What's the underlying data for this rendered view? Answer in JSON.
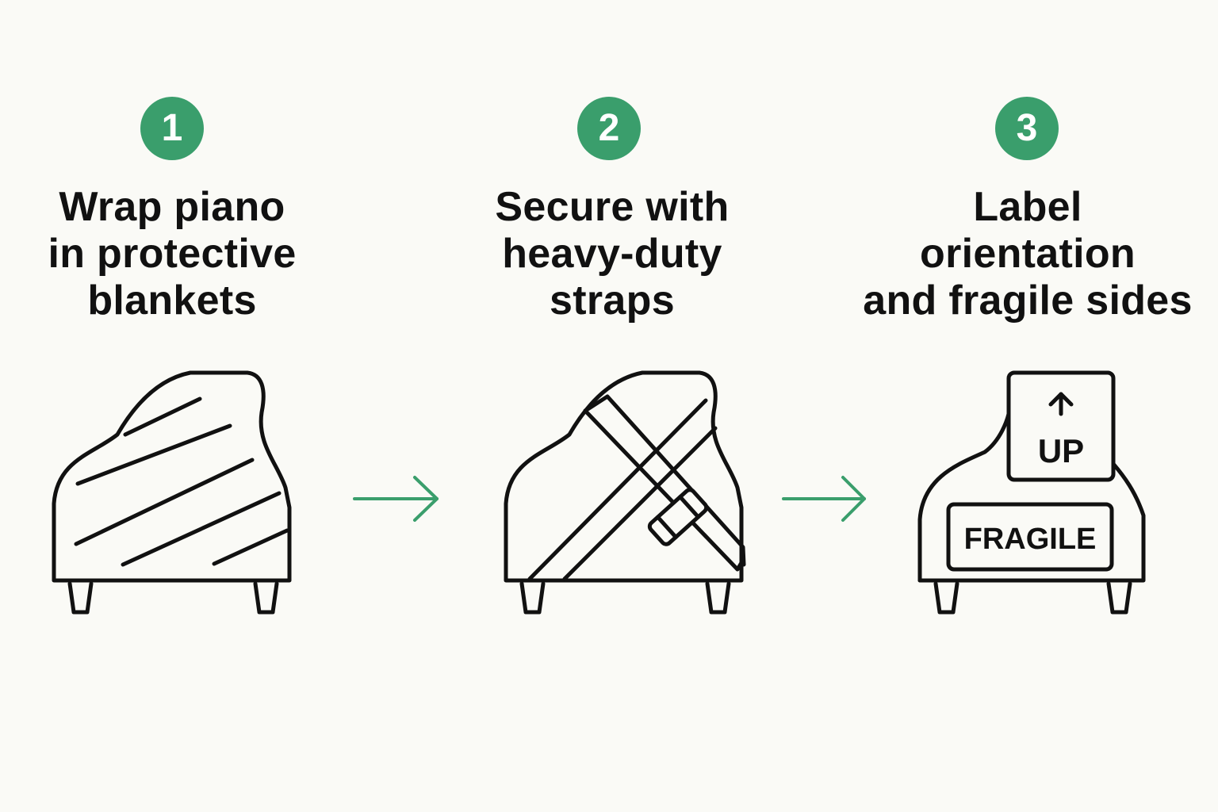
{
  "colors": {
    "background": "#fafaf6",
    "accent": "#3a9e6c",
    "ink": "#111111"
  },
  "steps": [
    {
      "number": "1",
      "title_lines": [
        "Wrap piano",
        "in protective",
        "blankets"
      ],
      "icon": "piano-wrapped-blanket-icon"
    },
    {
      "number": "2",
      "title_lines": [
        "Secure with",
        "heavy-duty",
        "straps"
      ],
      "icon": "piano-strapped-icon"
    },
    {
      "number": "3",
      "title_lines": [
        "Label orientation",
        "and fragile sides"
      ],
      "icon": "piano-labeled-icon",
      "labels": {
        "up": "UP",
        "fragile": "FRAGILE"
      }
    }
  ],
  "connectors": [
    "arrow-right-icon",
    "arrow-right-icon"
  ]
}
